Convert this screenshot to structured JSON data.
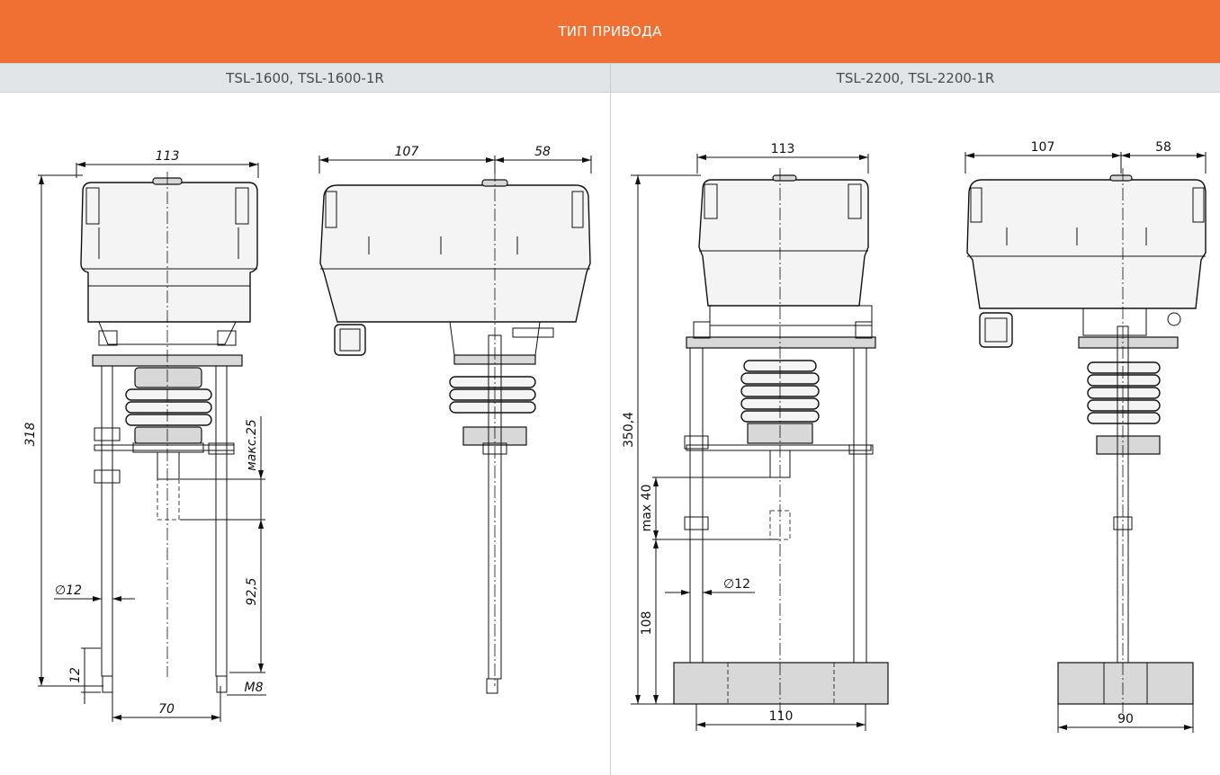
{
  "header": {
    "title": "ТИП ПРИВОДА"
  },
  "models": {
    "left": "TSL-1600, TSL-1600-1R",
    "right": "TSL-2200, TSL-2200-1R"
  },
  "left_drawing": {
    "dims": {
      "width_front": "113",
      "width_side_a": "107",
      "width_side_b": "58",
      "height_total": "318",
      "stroke": "макс.25",
      "rod_len": "92,5",
      "rod_dia": "∅12",
      "rod_end": "12",
      "thread": "M8",
      "rod_spacing": "70"
    }
  },
  "right_drawing": {
    "dims": {
      "width_front": "113",
      "width_side_a": "107",
      "width_side_b": "58",
      "height_total": "350,4",
      "stroke": "max 40",
      "rod_len": "108",
      "rod_dia": "∅12",
      "base_front": "110",
      "base_side": "90"
    }
  }
}
